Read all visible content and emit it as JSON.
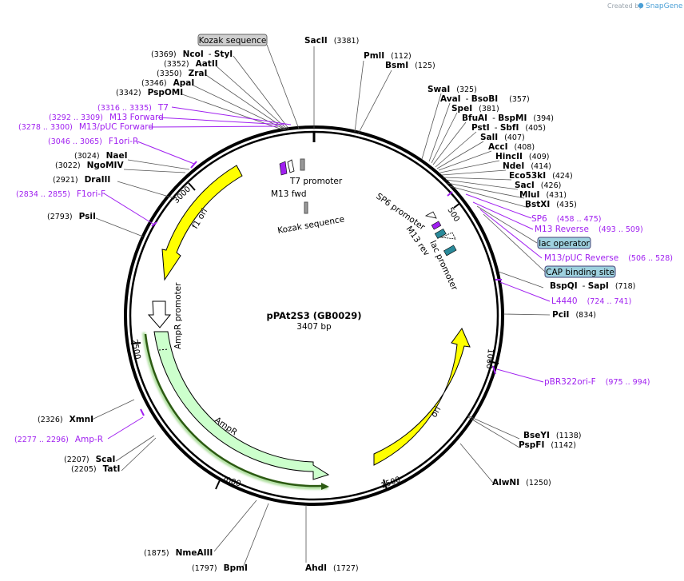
{
  "credit": {
    "prefix": "Created by",
    "brand": "SnapGene"
  },
  "plasmid": {
    "name": "pPAt2S3 (GB0029)",
    "length_label": "3407 bp",
    "length": 3407
  },
  "ticks": [
    "500",
    "1000",
    "1500",
    "2000",
    "2500",
    "3000"
  ],
  "features": [
    {
      "label": "f1 ori",
      "color": "#ffff00"
    },
    {
      "label": "AmpR",
      "color": "#ccffcc"
    },
    {
      "label": "AmpR promoter",
      "color": "#ffffff"
    },
    {
      "label": "ori",
      "color": "#ffff00"
    },
    {
      "label": "T7 promoter",
      "color": "#ffffff"
    },
    {
      "label": "M13 fwd",
      "color": "#a020f0"
    },
    {
      "label": "Kozak sequence",
      "color": "#999999"
    },
    {
      "label": "SP6 promoter",
      "color": "#ffffff"
    },
    {
      "label": "M13 rev",
      "color": "#a020f0"
    },
    {
      "label": "lac promoter",
      "color": "#ffffff"
    }
  ],
  "callouts": {
    "kozak": "Kozak sequence",
    "lac_operator": "lac operator",
    "cap_site": "CAP binding site"
  },
  "sites": [
    {
      "name": "SacII",
      "pos": "(3381)"
    },
    {
      "name": "PmlI",
      "pos": "(112)"
    },
    {
      "name": "BsmI",
      "pos": "(125)"
    },
    {
      "name": "NcoI",
      "pos": "(3369)",
      "name2": "StyI"
    },
    {
      "name": "AatII",
      "pos": "(3352)"
    },
    {
      "name": "ZraI",
      "pos": "(3350)"
    },
    {
      "name": "ApaI",
      "pos": "(3346)"
    },
    {
      "name": "PspOMI",
      "pos": "(3342)"
    },
    {
      "name": "SwaI",
      "pos": "(325)"
    },
    {
      "name": "AvaI",
      "name2": "BsoBI",
      "pos": "(357)"
    },
    {
      "name": "SpeI",
      "pos": "(381)"
    },
    {
      "name": "BfuAI",
      "name2": "BspMI",
      "pos": "(394)"
    },
    {
      "name": "PstI",
      "name2": "SbfI",
      "pos": "(405)"
    },
    {
      "name": "SalI",
      "pos": "(407)"
    },
    {
      "name": "AccI",
      "pos": "(408)"
    },
    {
      "name": "HincII",
      "pos": "(409)"
    },
    {
      "name": "NdeI",
      "pos": "(414)"
    },
    {
      "name": "Eco53kI",
      "pos": "(424)"
    },
    {
      "name": "SacI",
      "pos": "(426)"
    },
    {
      "name": "MluI",
      "pos": "(431)"
    },
    {
      "name": "BstXI",
      "pos": "(435)"
    },
    {
      "name": "NaeI",
      "pos": "(3024)"
    },
    {
      "name": "NgoMIV",
      "pos": "(3022)"
    },
    {
      "name": "DraIII",
      "pos": "(2921)"
    },
    {
      "name": "PsiI",
      "pos": "(2793)"
    },
    {
      "name": "BspQI",
      "name2": "SapI",
      "pos": "(718)"
    },
    {
      "name": "PciI",
      "pos": "(834)"
    },
    {
      "name": "XmnI",
      "pos": "(2326)"
    },
    {
      "name": "ScaI",
      "pos": "(2207)"
    },
    {
      "name": "TatI",
      "pos": "(2205)"
    },
    {
      "name": "BseYI",
      "pos": "(1138)"
    },
    {
      "name": "PspFI",
      "pos": "(1142)"
    },
    {
      "name": "AlwNI",
      "pos": "(1250)"
    },
    {
      "name": "NmeAIII",
      "pos": "(1875)"
    },
    {
      "name": "BpmI",
      "pos": "(1797)"
    },
    {
      "name": "AhdI",
      "pos": "(1727)"
    }
  ],
  "primers": [
    {
      "name": "T7",
      "range": "(3316 .. 3335)"
    },
    {
      "name": "M13 Forward",
      "range": "(3292 .. 3309)"
    },
    {
      "name": "M13/pUC Forward",
      "range": "(3278 .. 3300)"
    },
    {
      "name": "F1ori-R",
      "range": "(3046 .. 3065)"
    },
    {
      "name": "F1ori-F",
      "range": "(2834 .. 2855)"
    },
    {
      "name": "SP6",
      "range": "(458 .. 475)"
    },
    {
      "name": "M13 Reverse",
      "range": "(493 .. 509)"
    },
    {
      "name": "M13/pUC Reverse",
      "range": "(506 .. 528)"
    },
    {
      "name": "L4440",
      "range": "(724 .. 741)"
    },
    {
      "name": "pBR322ori-F",
      "range": "(975 .. 994)"
    },
    {
      "name": "Amp-R",
      "range": "(2277 .. 2296)"
    }
  ]
}
